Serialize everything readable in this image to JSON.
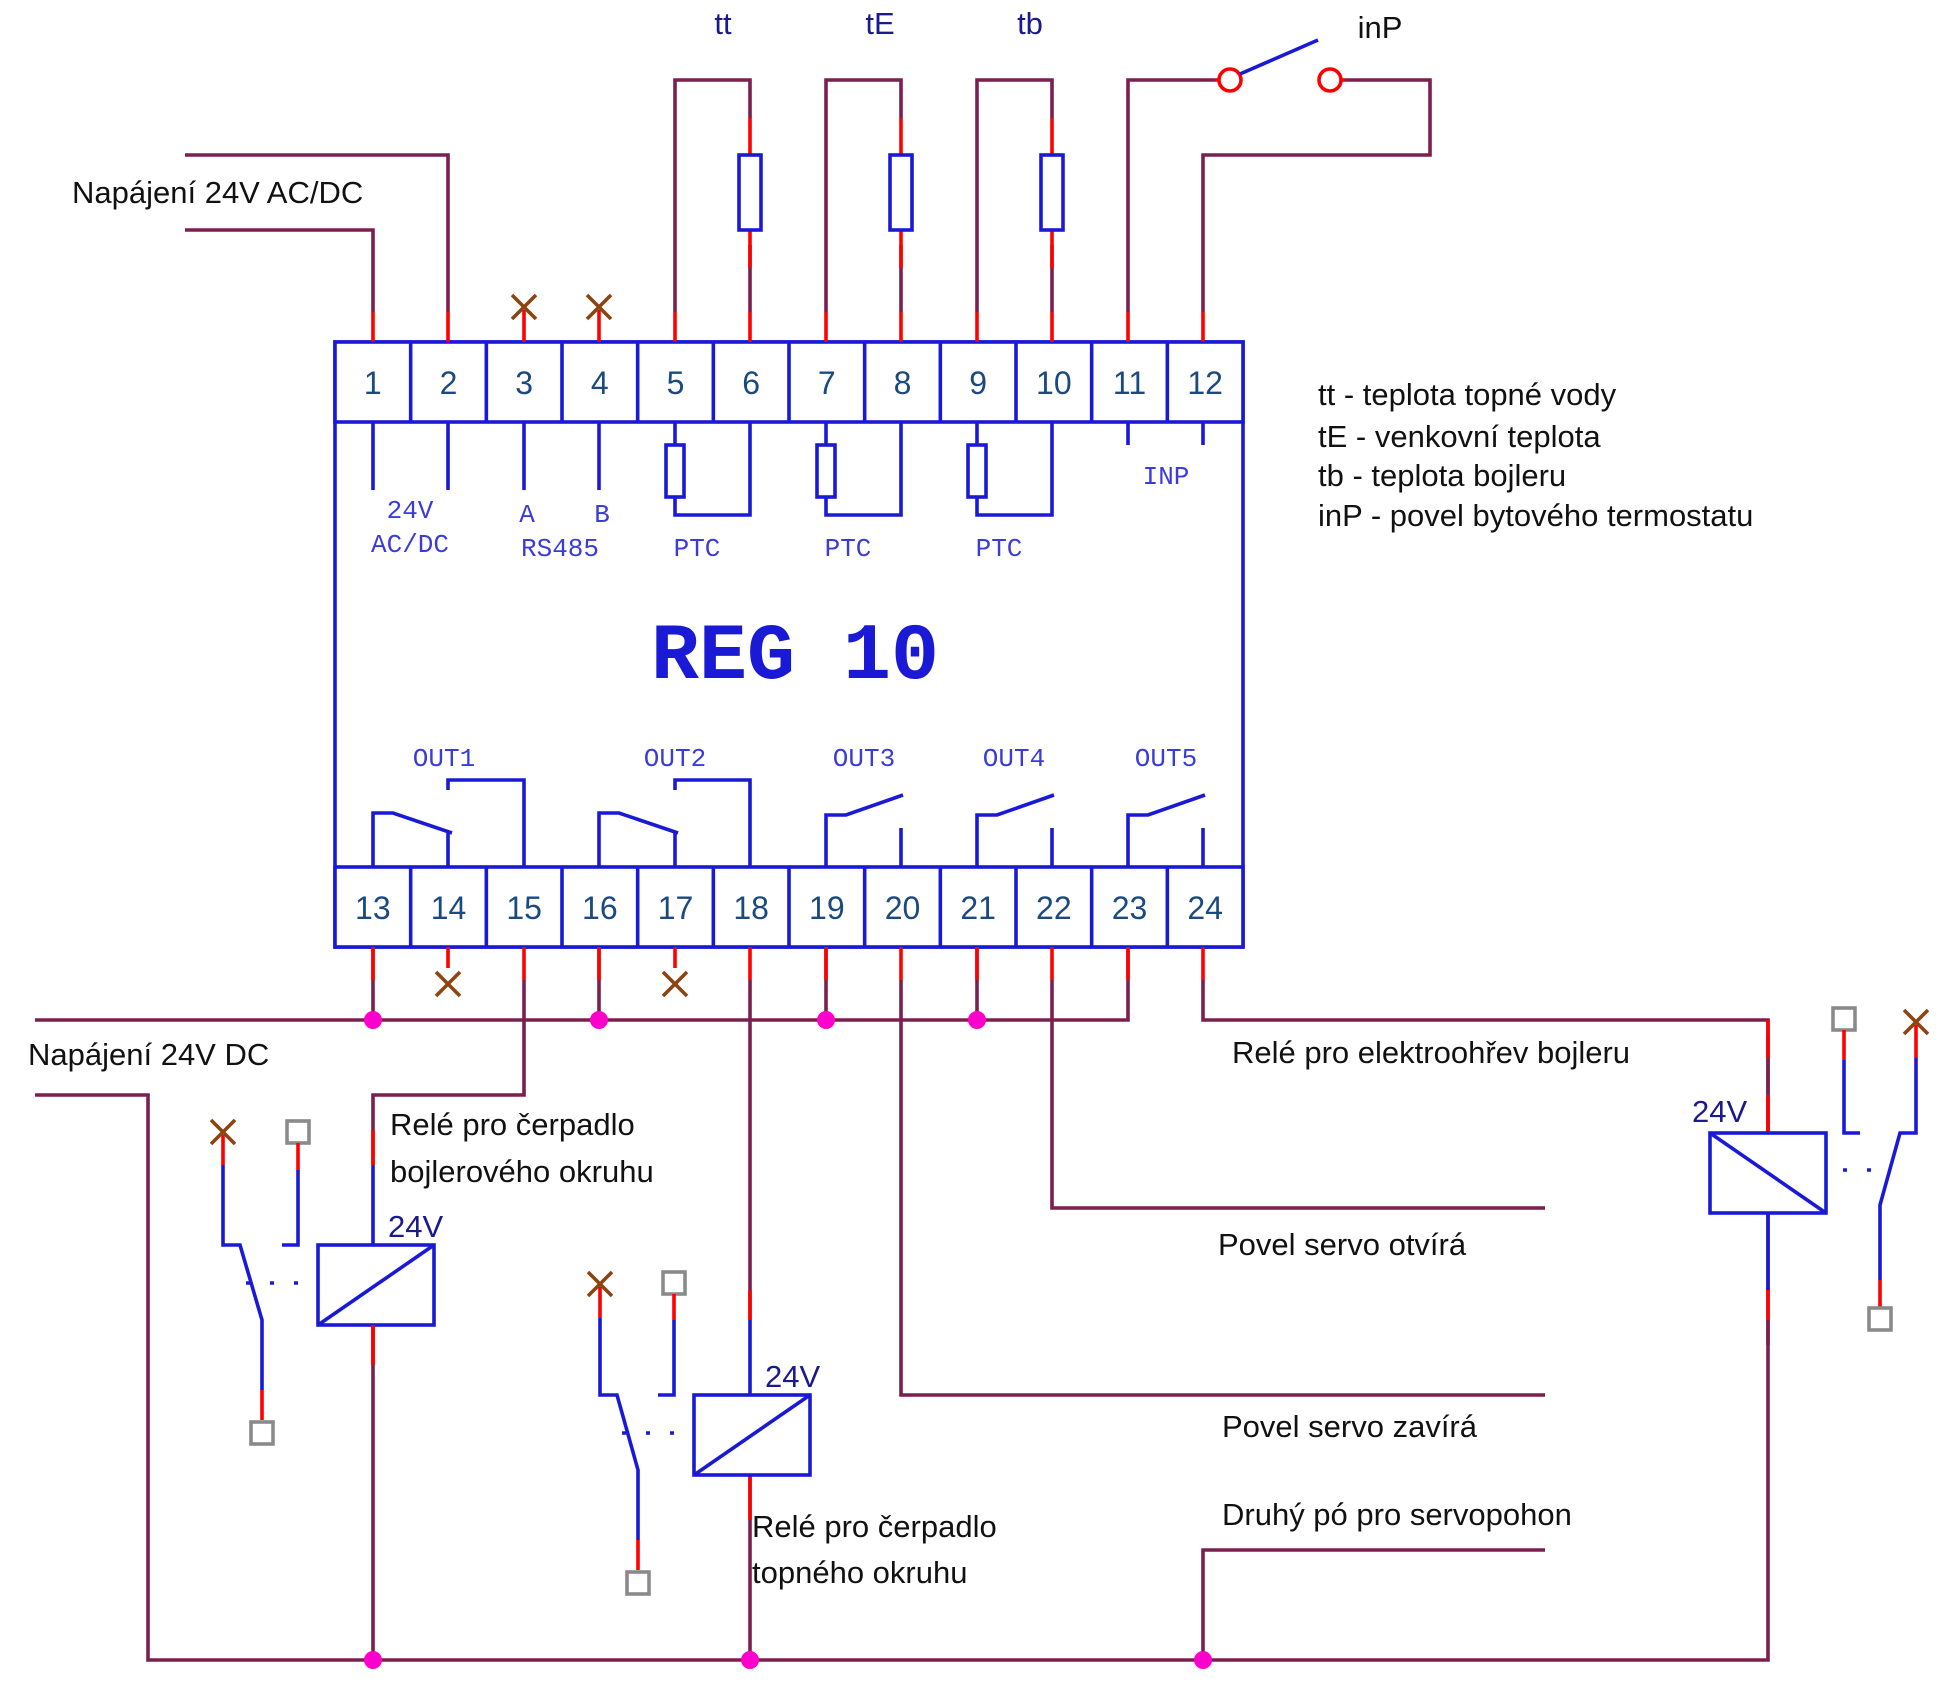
{
  "title": "REG 10",
  "top_terminals": [
    "1",
    "2",
    "3",
    "4",
    "5",
    "6",
    "7",
    "8",
    "9",
    "10",
    "11",
    "12"
  ],
  "bottom_terminals": [
    "13",
    "14",
    "15",
    "16",
    "17",
    "18",
    "19",
    "20",
    "21",
    "22",
    "23",
    "24"
  ],
  "inner_labels": {
    "supply_line1": "24V",
    "supply_line2": "AC/DC",
    "rs_a": "A",
    "rs_b": "B",
    "rs485": "RS485",
    "ptc1": "PTC",
    "ptc2": "PTC",
    "ptc3": "PTC",
    "inp": "INP",
    "out1": "OUT1",
    "out2": "OUT2",
    "out3": "OUT3",
    "out4": "OUT4",
    "out5": "OUT5"
  },
  "sensor_labels": {
    "tt": "tt",
    "te": "tE",
    "tb": "tb",
    "inp": "inP"
  },
  "legend": [
    "tt - teplota topné vody",
    "tE - venkovní teplota",
    "tb - teplota bojleru",
    "inP - povel bytového termostatu"
  ],
  "labels": {
    "supply_acdc": "Napájení 24V AC/DC",
    "supply_dc": "Napájení 24V DC",
    "relay_boiler_pump_1": "Relé pro čerpadlo",
    "relay_boiler_pump_2": "bojlerového okruhu",
    "relay_heating_pump_1": "Relé pro čerpadlo",
    "relay_heating_pump_2": "topného okruhu",
    "relay_electric_heater": "Relé pro elektroohřev bojleru",
    "servo_open": "Povel servo otvírá",
    "servo_close": "Povel servo zavírá",
    "servo_second_pole": "Druhý pó pro servopohon",
    "coil_voltage_1": "24V",
    "coil_voltage_2": "24V",
    "coil_voltage_3": "24V"
  },
  "colors": {
    "wire": "#7a1f4f",
    "lead": "#ff0000",
    "device": "#1a1ad6",
    "junction": "#ff00cc",
    "unused_mark": "#8b4513"
  }
}
